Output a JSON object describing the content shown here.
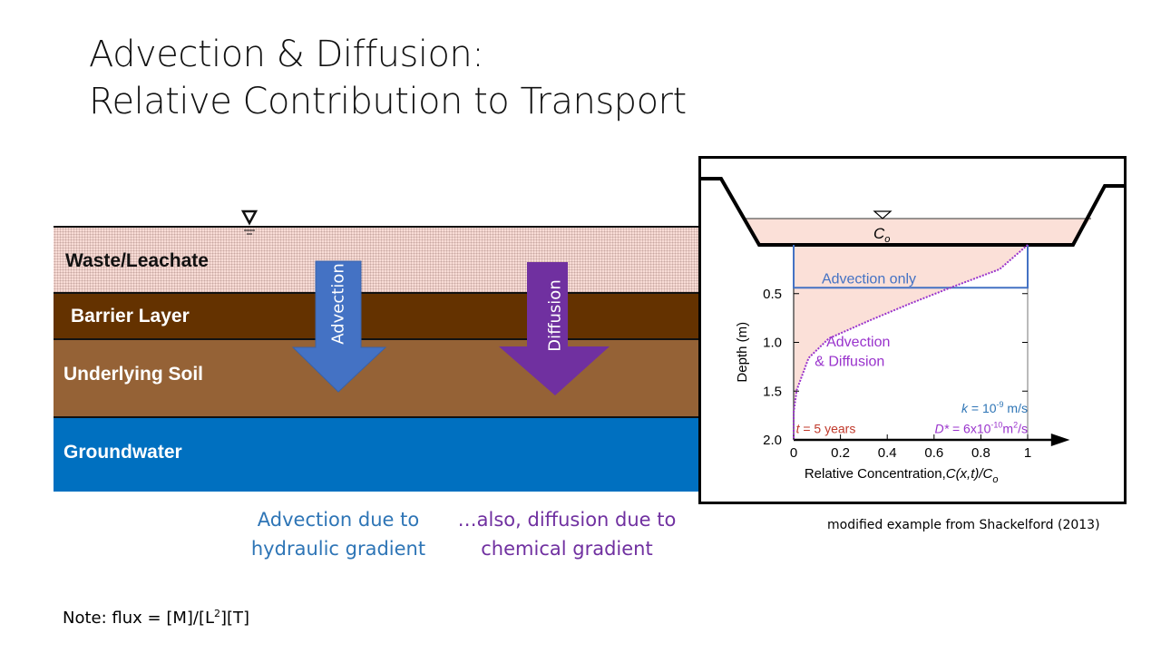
{
  "title": {
    "line1": "Advection & Diffusion:",
    "line2": "Relative Contribution to Transport"
  },
  "layers": [
    {
      "label": "Waste/Leachate",
      "color": "#f8dcd6"
    },
    {
      "label": "Barrier Layer",
      "color": "#643200"
    },
    {
      "label": "Underlying Soil",
      "color": "#956236"
    },
    {
      "label": "Groundwater",
      "color": "#0070c0"
    }
  ],
  "arrows": {
    "advection": {
      "label": "Advection",
      "color": "#4472c4"
    },
    "diffusion": {
      "label": "Diffusion",
      "color": "#7030a0"
    }
  },
  "captions": {
    "advection": {
      "line1": "Advection due to",
      "line2": "hydraulic gradient",
      "color": "#2e75b6"
    },
    "diffusion": {
      "line1": "…also, diffusion due to",
      "line2": "chemical gradient",
      "color": "#7030a0"
    }
  },
  "note": "Note: flux = [M]/[L",
  "note_sup": "2",
  "note_end": "][T]",
  "source": "modified example from Shackelford (2013)",
  "chart_data": {
    "type": "line",
    "pond_label": "C",
    "pond_sub": "o",
    "xlabel": "Relative Concentration,",
    "xlabel_italic": "C(x,t)/C",
    "xlabel_sub": "o",
    "ylabel": "Depth (m)",
    "xlim": [
      0,
      1
    ],
    "ylim": [
      0,
      2.0
    ],
    "xticks": [
      "0",
      "0.2",
      "0.4",
      "0.6",
      "0.8",
      "1"
    ],
    "yticks": [
      "0.5",
      "1.0",
      "1.5",
      "2.0"
    ],
    "series": [
      {
        "name": "Advection only",
        "color": "#4472c4",
        "front_depth": 0.44
      },
      {
        "name_line1": "Advection",
        "name_line2": "& Diffusion",
        "color": "#9933cc",
        "x": [
          1,
          0.88,
          0.68,
          0.5,
          0.32,
          0.15,
          0.064,
          0.013,
          0,
          0
        ],
        "y": [
          0.0,
          0.25,
          0.43,
          0.6,
          0.78,
          0.96,
          1.16,
          1.49,
          1.72,
          2.0
        ]
      }
    ],
    "annotations": {
      "t": "t",
      "t_rest": " = 5 years",
      "k": "k",
      "k_rest": " = 10",
      "k_exp": "-9",
      "k_unit": " m/s",
      "D": "D*",
      "D_rest": " = 6x10",
      "D_exp": "-10",
      "D_unit": "m",
      "D_unit_exp": "2",
      "D_unit_end": "/s"
    }
  }
}
